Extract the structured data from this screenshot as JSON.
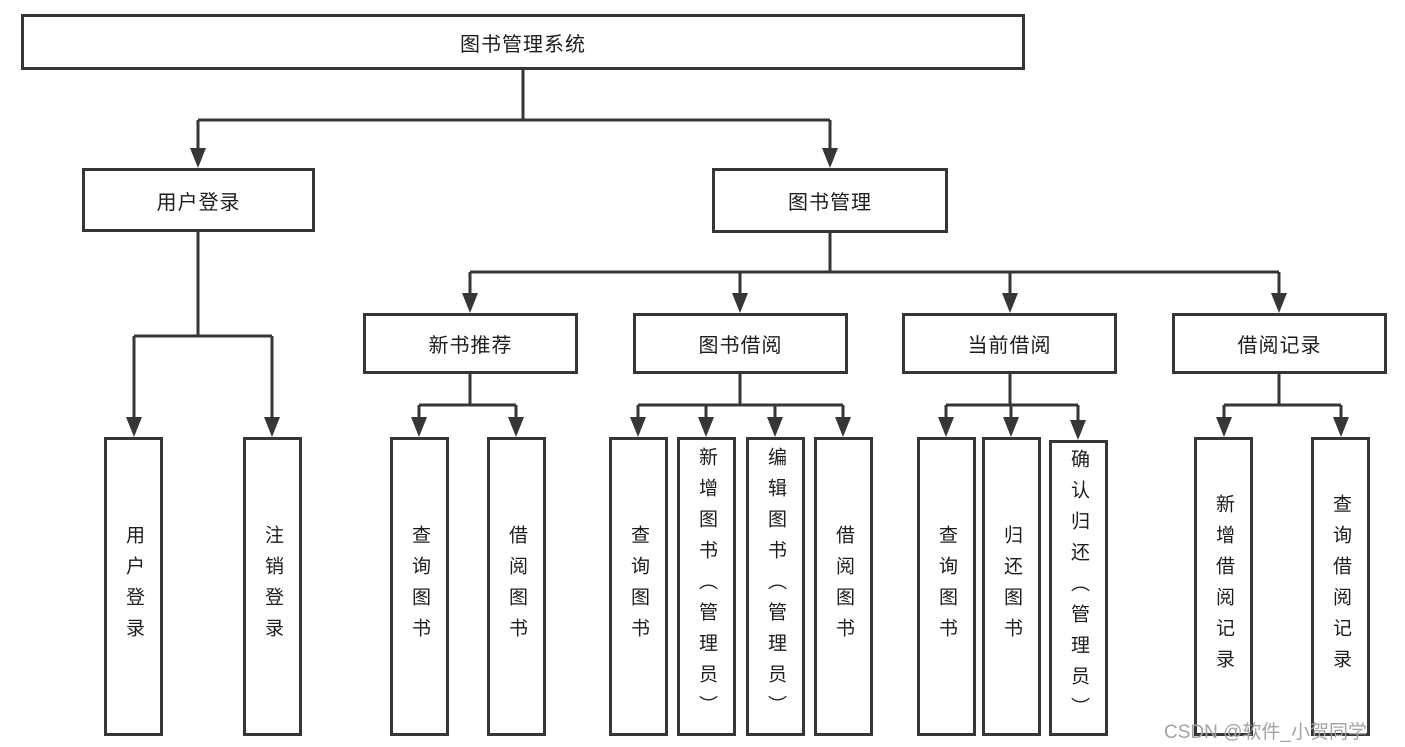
{
  "tree": {
    "label": "图书管理系统",
    "children": [
      {
        "label": "用户登录",
        "children": [
          {
            "label": "用户登录"
          },
          {
            "label": "注销登录"
          }
        ]
      },
      {
        "label": "图书管理",
        "children": [
          {
            "label": "新书推荐",
            "children": [
              {
                "label": "查询图书"
              },
              {
                "label": "借阅图书"
              }
            ]
          },
          {
            "label": "图书借阅",
            "children": [
              {
                "label": "查询图书"
              },
              {
                "label": "新增图书（管理员）"
              },
              {
                "label": "编辑图书（管理员）"
              },
              {
                "label": "借阅图书"
              }
            ]
          },
          {
            "label": "当前借阅",
            "children": [
              {
                "label": "查询图书"
              },
              {
                "label": "归还图书"
              },
              {
                "label": "确认归还（管理员）"
              }
            ]
          },
          {
            "label": "借阅记录",
            "children": [
              {
                "label": "新增借阅记录"
              },
              {
                "label": "查询借阅记录"
              }
            ]
          }
        ]
      }
    ]
  },
  "watermark": {
    "text": "CSDN @软件_小贺同学"
  },
  "colors": {
    "line": "#363636",
    "text": "#1d1d1d",
    "watermark": "#a3a3a3",
    "background": "#ffffff"
  }
}
